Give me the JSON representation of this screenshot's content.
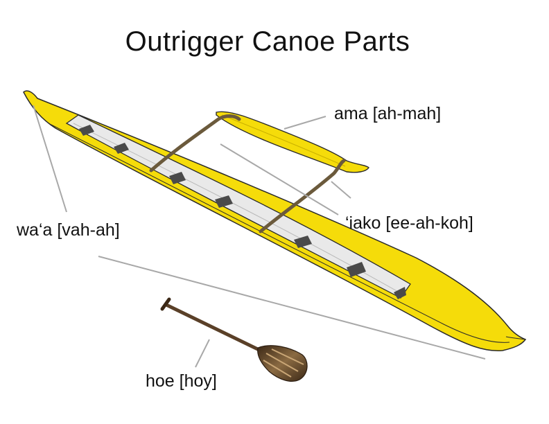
{
  "title": "Outrigger Canoe Parts",
  "labels": {
    "ama": "ama [ah-mah]",
    "iako": "‘iako [ee-ah-koh]",
    "waa": "wa‘a [vah-ah]",
    "hoe": "hoe [hoy]"
  },
  "colors": {
    "hull": "#f5dc0a",
    "hull_outline": "#2a2a2a",
    "deck": "#e9e9e9",
    "seats": "#4a4a4a",
    "iako": "#6b5a3c",
    "paddle_wood_dark": "#4a3420",
    "paddle_wood_light": "#b59466",
    "leader_line": "#a8a8a8"
  }
}
